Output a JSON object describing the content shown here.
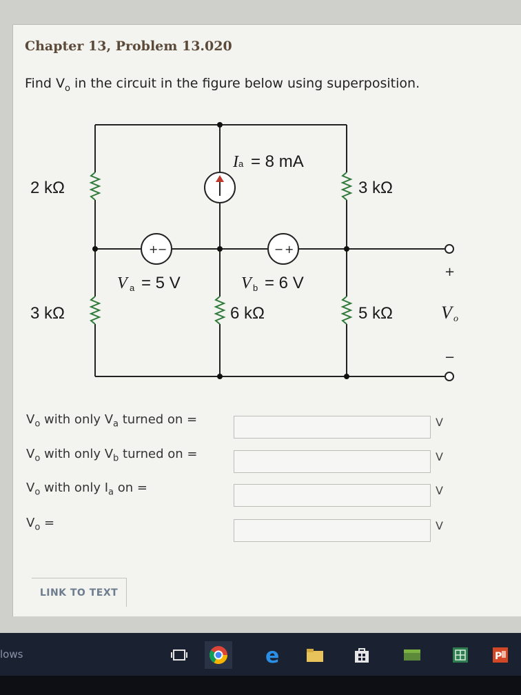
{
  "problem": {
    "title": "Chapter 13, Problem 13.020",
    "statement_prefix": "Find V",
    "statement_sub": "o",
    "statement_suffix": " in the circuit in the figure below using superposition."
  },
  "circuit": {
    "r_top_left": "2 kΩ",
    "r_top_right": "3 kΩ",
    "r_bottom_left": "3 kΩ",
    "r_bottom_mid": "6 kΩ",
    "r_bottom_right": "5 kΩ",
    "ia_label": "= 8 mA",
    "ia_symbol": "I",
    "ia_sub": "a",
    "va_symbol": "V",
    "va_sub": "a",
    "va_value": "= 5 V",
    "vb_symbol": "V",
    "vb_sub": "b",
    "vb_value": "= 6 V",
    "vo_symbol": "V",
    "vo_sub": "o",
    "plus": "+",
    "minus": "−",
    "src_plus": "+",
    "src_minus": "−"
  },
  "answers": [
    {
      "pre": "V",
      "sub1": "o",
      "mid": " with only V",
      "sub2": "a",
      "post": " turned on =",
      "unit": "V",
      "value": ""
    },
    {
      "pre": "V",
      "sub1": "o",
      "mid": " with only V",
      "sub2": "b",
      "post": " turned on =",
      "unit": "V",
      "value": ""
    },
    {
      "pre": "V",
      "sub1": "o",
      "mid": " with only I",
      "sub2": "a",
      "post": " on =",
      "unit": "V",
      "value": ""
    },
    {
      "pre": "V",
      "sub1": "o",
      "mid": " =",
      "sub2": "",
      "post": "",
      "unit": "V",
      "value": ""
    }
  ],
  "link_text": "LINK TO TEXT",
  "taskbar": {
    "left_text": "lows",
    "icons": [
      "task-view-icon",
      "chrome-icon",
      "edge-icon",
      "file-explorer-icon",
      "store-icon",
      "minecraft-icon",
      "excel-icon",
      "powerpoint-icon"
    ]
  },
  "colors": {
    "panel": "#f3f3ef",
    "title": "#5b4a3a",
    "taskbar": "#1a2232",
    "link": "#6d7c8e"
  }
}
